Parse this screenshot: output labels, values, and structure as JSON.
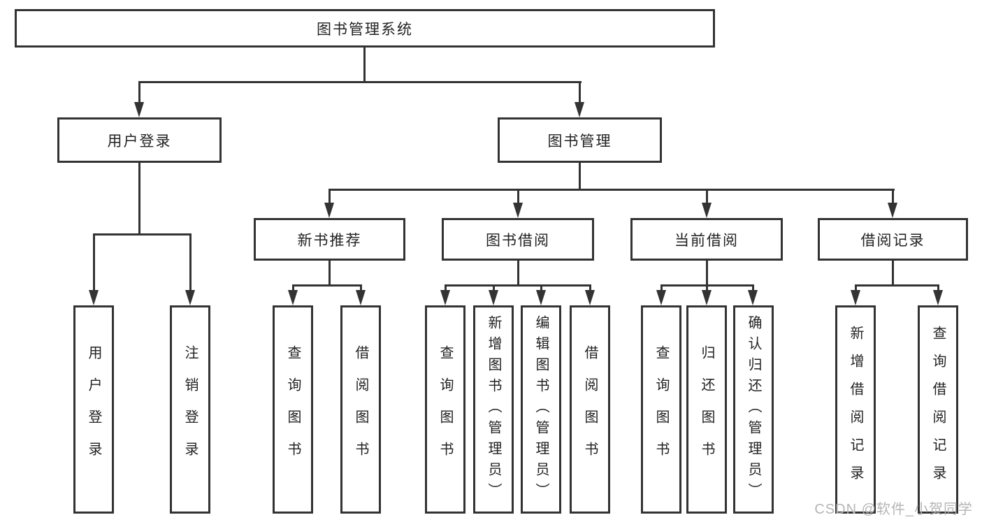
{
  "tree": {
    "label": "图书管理系统",
    "children": [
      {
        "label": "用户登录",
        "children": [
          {
            "label": "用户登录"
          },
          {
            "label": "注销登录"
          }
        ]
      },
      {
        "label": "图书管理",
        "children": [
          {
            "label": "新书推荐",
            "children": [
              {
                "label": "查询图书"
              },
              {
                "label": "借阅图书"
              }
            ]
          },
          {
            "label": "图书借阅",
            "children": [
              {
                "label": "查询图书"
              },
              {
                "label": "新增图书（管理员）"
              },
              {
                "label": "编辑图书（管理员）"
              },
              {
                "label": "借阅图书"
              }
            ]
          },
          {
            "label": "当前借阅",
            "children": [
              {
                "label": "查询图书"
              },
              {
                "label": "归还图书"
              },
              {
                "label": "确认归还（管理员）"
              }
            ]
          },
          {
            "label": "借阅记录",
            "children": [
              {
                "label": "新增借阅记录"
              },
              {
                "label": "查询借阅记录"
              }
            ]
          }
        ]
      }
    ]
  },
  "watermark": "CSDN @软件_小贺同学",
  "colors": {
    "line": "#333333",
    "text": "#222222",
    "background": "#ffffff",
    "watermark": "#b5b5b5"
  }
}
